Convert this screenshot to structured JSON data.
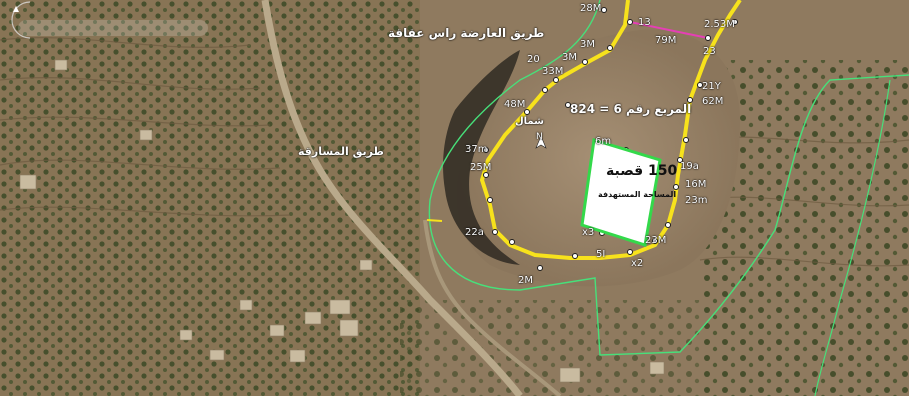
{
  "map": {
    "roads": [
      {
        "label": "طريق العارضة راس عقاقة"
      },
      {
        "label": "طريق المسارقة"
      }
    ],
    "plot": {
      "area": "150 قصبة",
      "note": "المساحة المستهدفة"
    },
    "parcel_number": "المربع رقم 6 = 824",
    "north_arrow": "N",
    "north_label": "شمال",
    "markers": [
      "28M",
      "13",
      "2.53M",
      "79M",
      "23",
      "3M",
      "3M",
      "20",
      "33M",
      "21Y",
      "48M",
      "62M",
      "37m",
      "6m",
      "19a",
      "16M",
      "25M",
      "23m",
      "22a",
      "2M",
      "x3",
      "23M",
      "x2",
      "5I"
    ],
    "colors": {
      "boundary_green": "#47e07a",
      "route_yellow": "#f7e21c",
      "route_magenta": "#e53fb5",
      "plot_outline": "#33d94a",
      "plot_fill": "#ffffff"
    },
    "icons": [
      "north-arrow-icon",
      "compass-icon",
      "marker-dot-icon"
    ]
  }
}
